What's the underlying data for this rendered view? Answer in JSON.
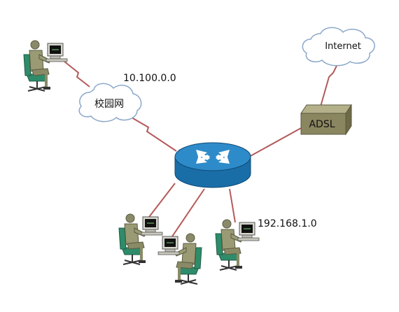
{
  "labels": {
    "campus_subnet": "10.100.0.0",
    "campus_cloud": "校园网",
    "internet_cloud": "Internet",
    "adsl_box": "ADSL",
    "lan_subnet": "192.168.1.0"
  },
  "colors": {
    "link": "#b45a5a",
    "router_body": "#1a6ea8",
    "router_top": "#2e8bc9",
    "adsl_front": "#8a8660",
    "adsl_top": "#b4b08a",
    "cloud_stroke": "#8aa7c9"
  }
}
